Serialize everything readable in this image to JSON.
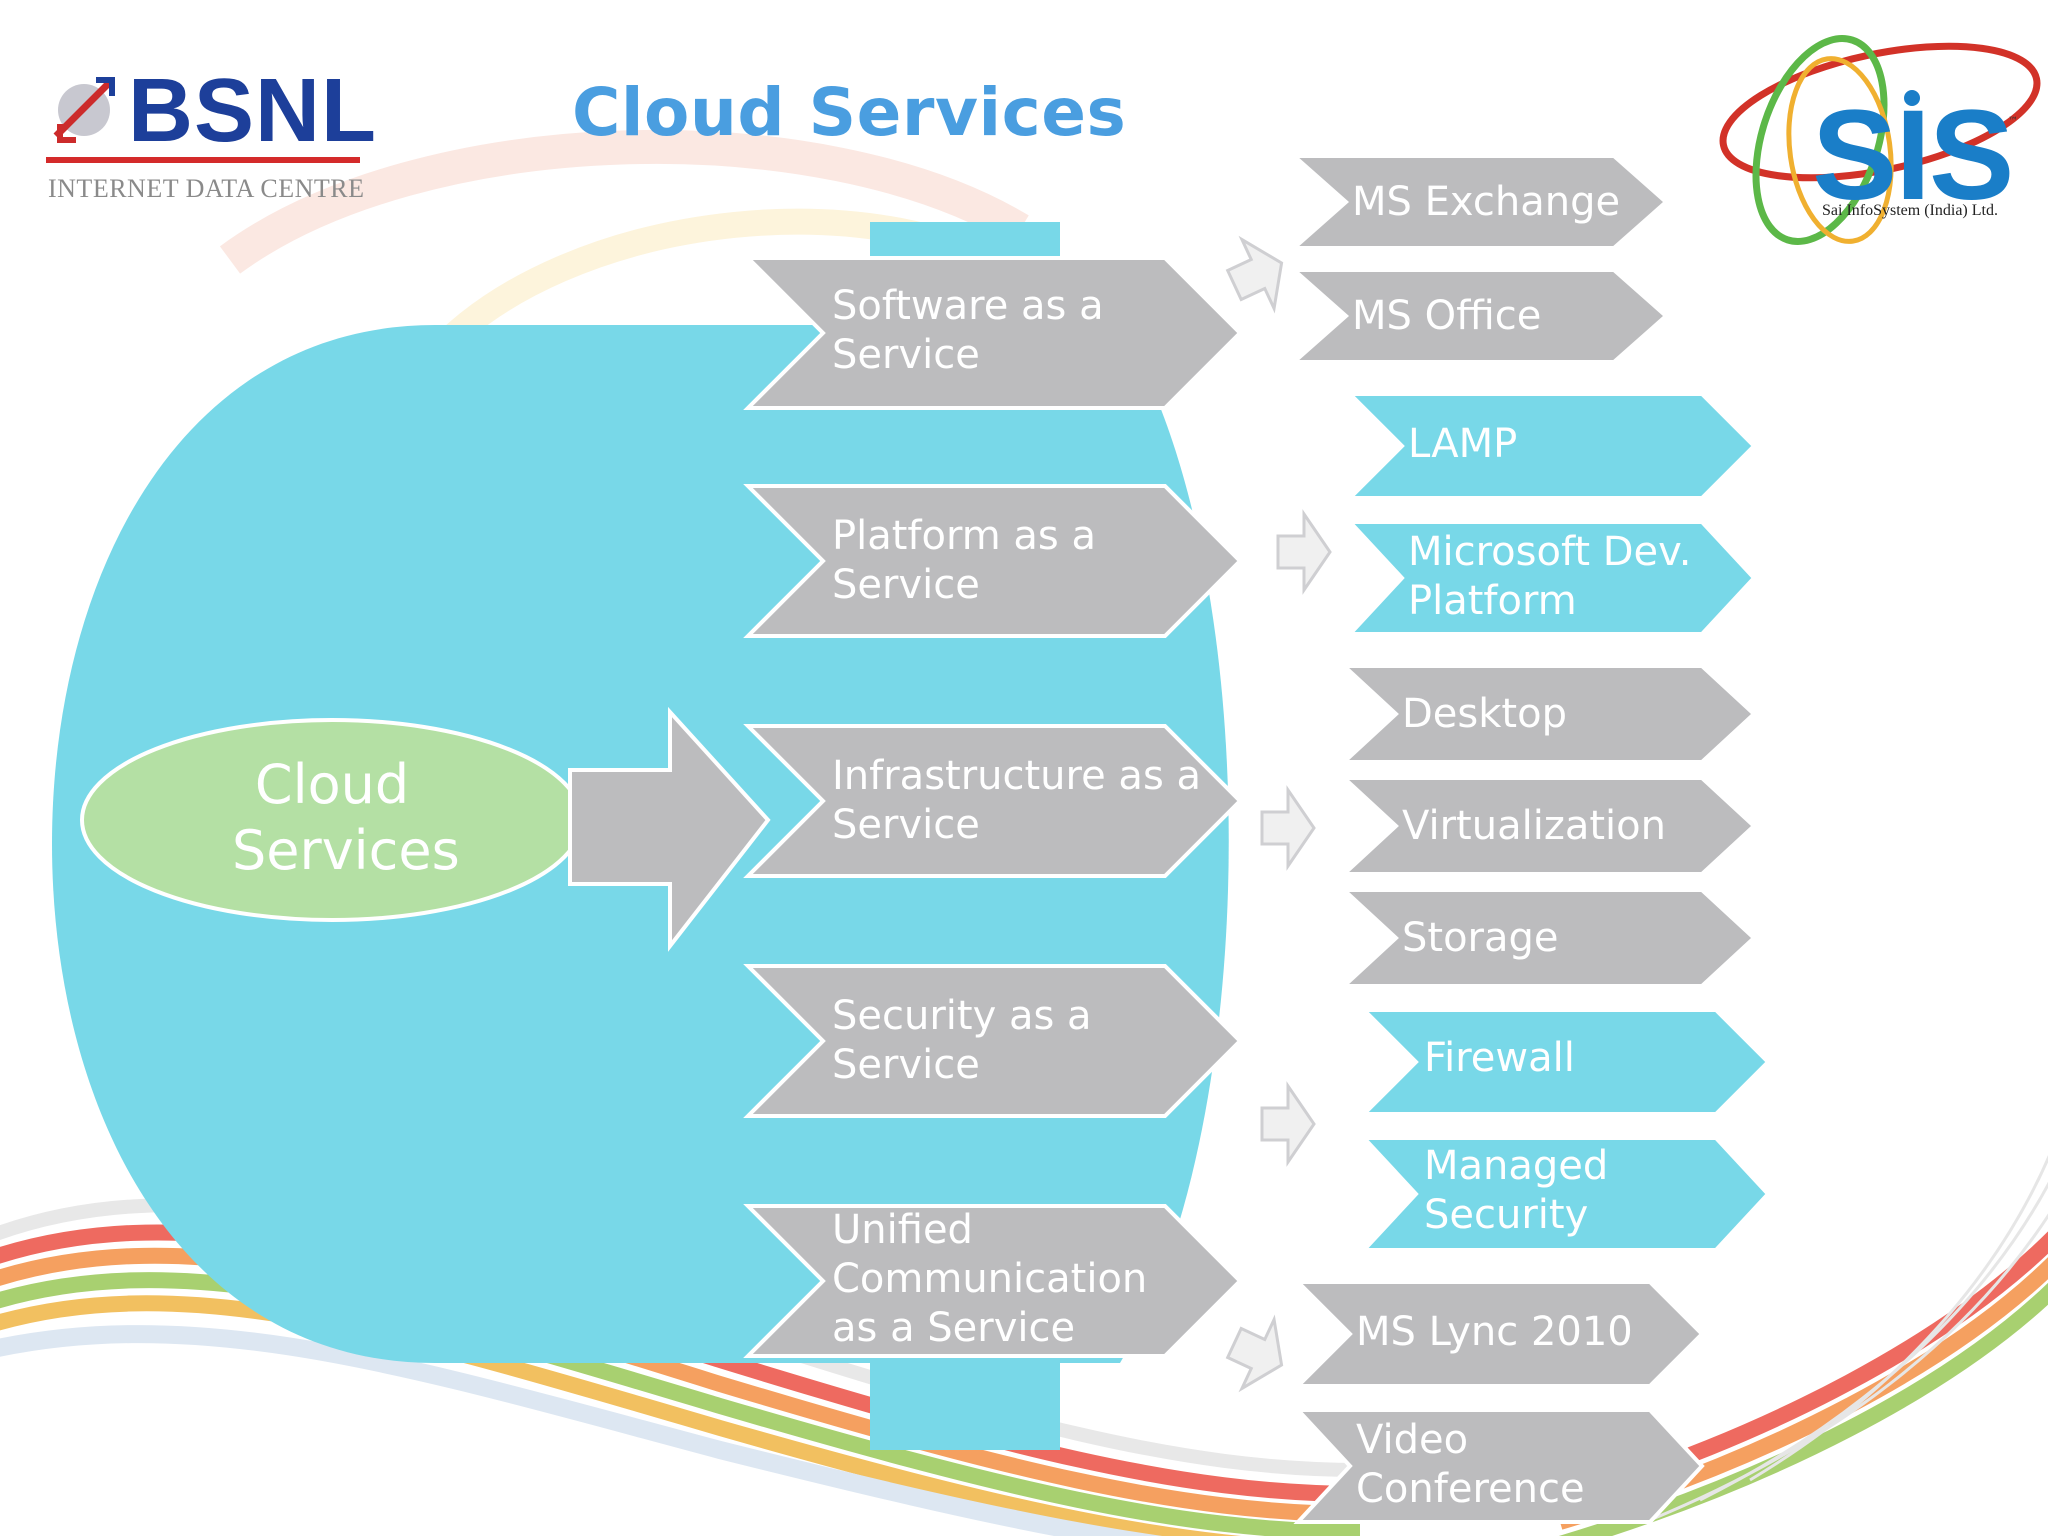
{
  "slide": {
    "title": "Cloud Services",
    "colors": {
      "cyan": "#78d8e8",
      "gray": "#bcbcbe",
      "green": "#b4e0a4",
      "title_blue": "#4a9ee0"
    }
  },
  "logos": {
    "bsnl": {
      "name": "BSNL",
      "subtitle": "INTERNET DATA CENTRE"
    },
    "sis": {
      "name": "SIS",
      "subtitle": "Sai InfoSystem (India) Ltd.",
      "tm": "™"
    }
  },
  "center": {
    "label": "Cloud\nServices"
  },
  "services": [
    {
      "label": "Software as a\nService",
      "items": [
        {
          "label": "MS Exchange",
          "color": "gray"
        },
        {
          "label": "MS Office",
          "color": "gray"
        }
      ]
    },
    {
      "label": "Platform as a\nService",
      "items": [
        {
          "label": "LAMP",
          "color": "cyan"
        },
        {
          "label": "Microsoft Dev.\nPlatform",
          "color": "cyan"
        }
      ]
    },
    {
      "label": "Infrastructure as a\nService",
      "items": [
        {
          "label": "Desktop",
          "color": "gray"
        },
        {
          "label": "Virtualization",
          "color": "gray"
        },
        {
          "label": "Storage",
          "color": "gray"
        }
      ]
    },
    {
      "label": "Security as a\nService",
      "items": [
        {
          "label": "Firewall",
          "color": "cyan"
        },
        {
          "label": "Managed\nSecurity",
          "color": "cyan"
        }
      ]
    },
    {
      "label": "Unified\nCommunication\nas a Service",
      "items": [
        {
          "label": "MS Lync 2010",
          "color": "gray"
        },
        {
          "label": "Video\nConference",
          "color": "gray"
        }
      ]
    }
  ]
}
